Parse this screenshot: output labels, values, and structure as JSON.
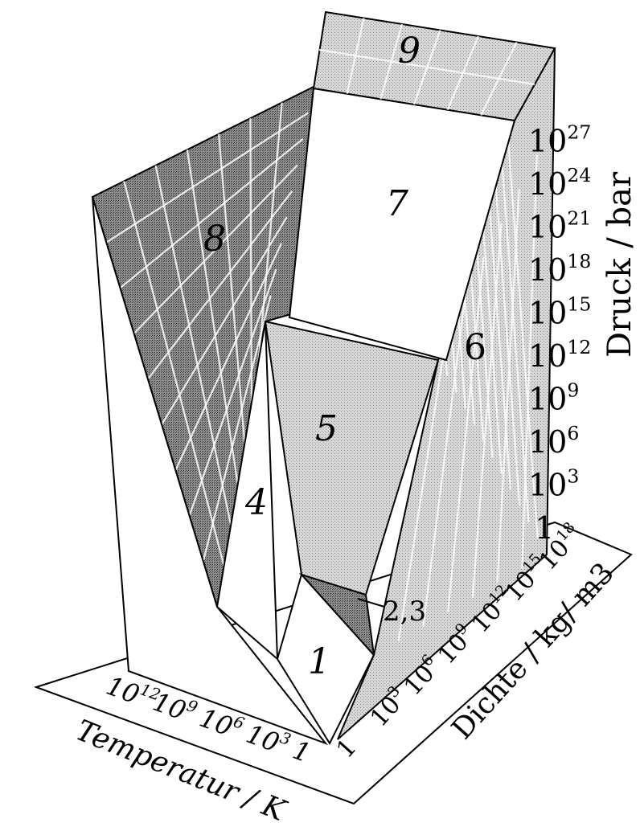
{
  "regions": [
    {
      "id": "1",
      "label": "1"
    },
    {
      "id": "23",
      "label": "2,3"
    },
    {
      "id": "4",
      "label": "4"
    },
    {
      "id": "5",
      "label": "5"
    },
    {
      "id": "6",
      "label": "6"
    },
    {
      "id": "7",
      "label": "7"
    },
    {
      "id": "8",
      "label": "8"
    },
    {
      "id": "9",
      "label": "9"
    }
  ],
  "axes": {
    "pressure": {
      "label": "Druck / bar",
      "ticks": [
        {
          "base": "1",
          "exp": ""
        },
        {
          "base": "10",
          "exp": "3"
        },
        {
          "base": "10",
          "exp": "6"
        },
        {
          "base": "10",
          "exp": "9"
        },
        {
          "base": "10",
          "exp": "12"
        },
        {
          "base": "10",
          "exp": "15"
        },
        {
          "base": "10",
          "exp": "18"
        },
        {
          "base": "10",
          "exp": "21"
        },
        {
          "base": "10",
          "exp": "24"
        },
        {
          "base": "10",
          "exp": "27"
        }
      ]
    },
    "density": {
      "label": "Dichte / kg/ m3",
      "ticks": [
        {
          "base": "1",
          "exp": ""
        },
        {
          "base": "10",
          "exp": "3"
        },
        {
          "base": "10",
          "exp": "6"
        },
        {
          "base": "10",
          "exp": "9"
        },
        {
          "base": "10",
          "exp": "12"
        },
        {
          "base": "10",
          "exp": "15"
        },
        {
          "base": "10",
          "exp": "18"
        }
      ]
    },
    "temperature": {
      "label": "Temperatur / K",
      "ticks": [
        {
          "base": "10",
          "exp": "12"
        },
        {
          "base": "10",
          "exp": "9"
        },
        {
          "base": "10",
          "exp": "6"
        },
        {
          "base": "10",
          "exp": "3"
        },
        {
          "base": "1",
          "exp": ""
        }
      ]
    }
  }
}
